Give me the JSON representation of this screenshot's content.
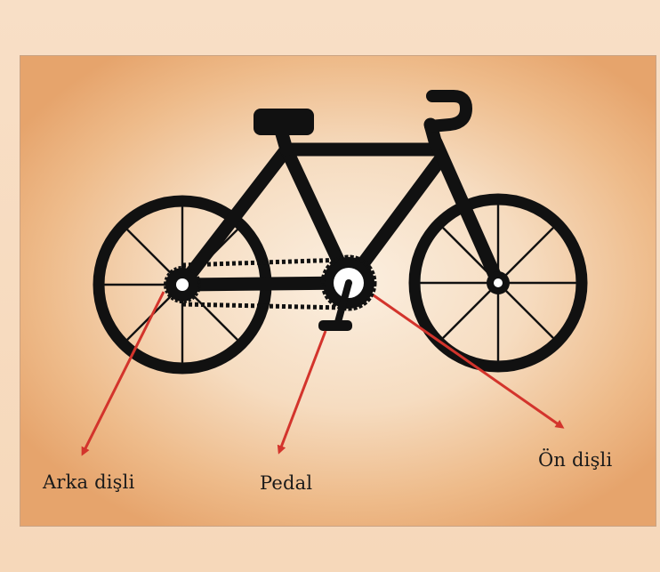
{
  "labels": {
    "rear_gear": "Arka dişli",
    "pedal": "Pedal",
    "front_gear": "Ön dişli"
  },
  "colors": {
    "bike": "#111111",
    "arrow": "#d3342c",
    "label_text": "#1a1a1a"
  }
}
